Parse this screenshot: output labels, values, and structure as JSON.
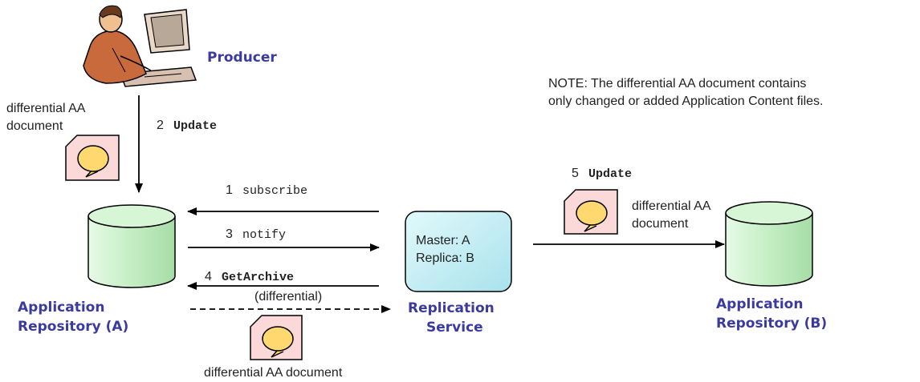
{
  "producer": {
    "label": "Producer"
  },
  "note": {
    "line1": "NOTE: The differential  AA document contains",
    "line2": "only changed or added Application Content files."
  },
  "doc_left": {
    "line1": "differential AA",
    "line2": "document"
  },
  "step2": {
    "num": "2",
    "cmd": "Update"
  },
  "step1": {
    "num": "1",
    "cmd": "subscribe"
  },
  "step3": {
    "num": "3",
    "cmd": "notify"
  },
  "step4": {
    "num": "4",
    "cmd": "GetArchive",
    "sub": "(differential)"
  },
  "step5": {
    "num": "5",
    "cmd": "Update"
  },
  "doc_right": {
    "line1": "differential AA",
    "line2": "document"
  },
  "doc_bottom": {
    "label": "differential AA document"
  },
  "repo_a": {
    "line1": "Application",
    "line2": "Repository (A)"
  },
  "repo_b": {
    "line1": "Application",
    "line2": "Repository (B)"
  },
  "replication": {
    "line1": "Replication",
    "line2": "Service",
    "master": "Master: A",
    "replica": "Replica: B"
  },
  "colors": {
    "label_blue": "#3a3aa0",
    "cylinder_fill": "#c8f0c8",
    "service_fill": "#c4eef4",
    "doc_fill": "#fbd9d9",
    "bubble_fill": "#ffd870"
  }
}
